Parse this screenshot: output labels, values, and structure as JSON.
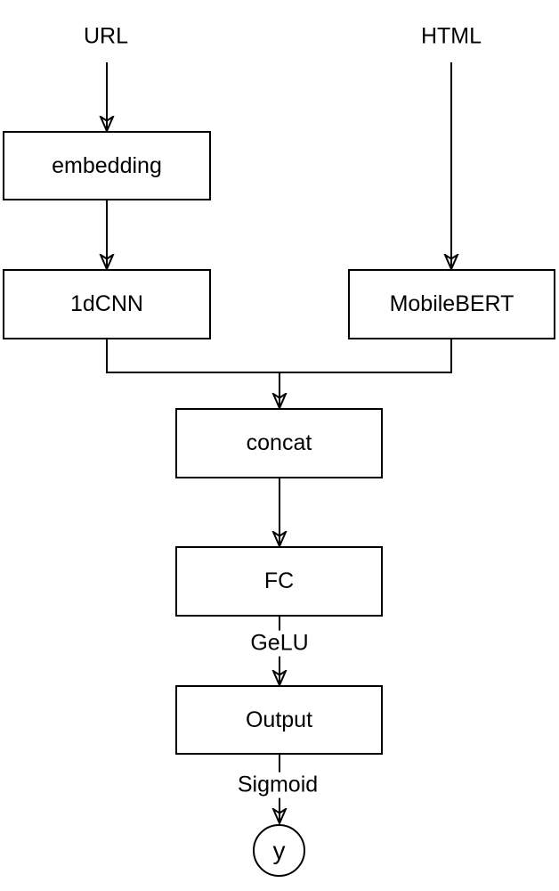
{
  "diagram": {
    "title": "model-architecture-flowchart",
    "colors": {
      "background": "#ffffff",
      "stroke": "#000000",
      "node_fill": "#ffffff",
      "text": "#000000"
    },
    "inputs": [
      {
        "id": "url",
        "label": "URL"
      },
      {
        "id": "html",
        "label": "HTML"
      }
    ],
    "nodes": [
      {
        "id": "embedding",
        "label": "embedding"
      },
      {
        "id": "cnn1d",
        "label": "1dCNN"
      },
      {
        "id": "mobilebert",
        "label": "MobileBERT"
      },
      {
        "id": "concat",
        "label": "concat"
      },
      {
        "id": "fc",
        "label": "FC"
      },
      {
        "id": "output",
        "label": "Output"
      }
    ],
    "edge_labels": [
      {
        "id": "gelu",
        "label": "GeLU"
      },
      {
        "id": "sigmoid",
        "label": "Sigmoid"
      }
    ],
    "terminal": {
      "id": "y",
      "label": "y"
    }
  }
}
